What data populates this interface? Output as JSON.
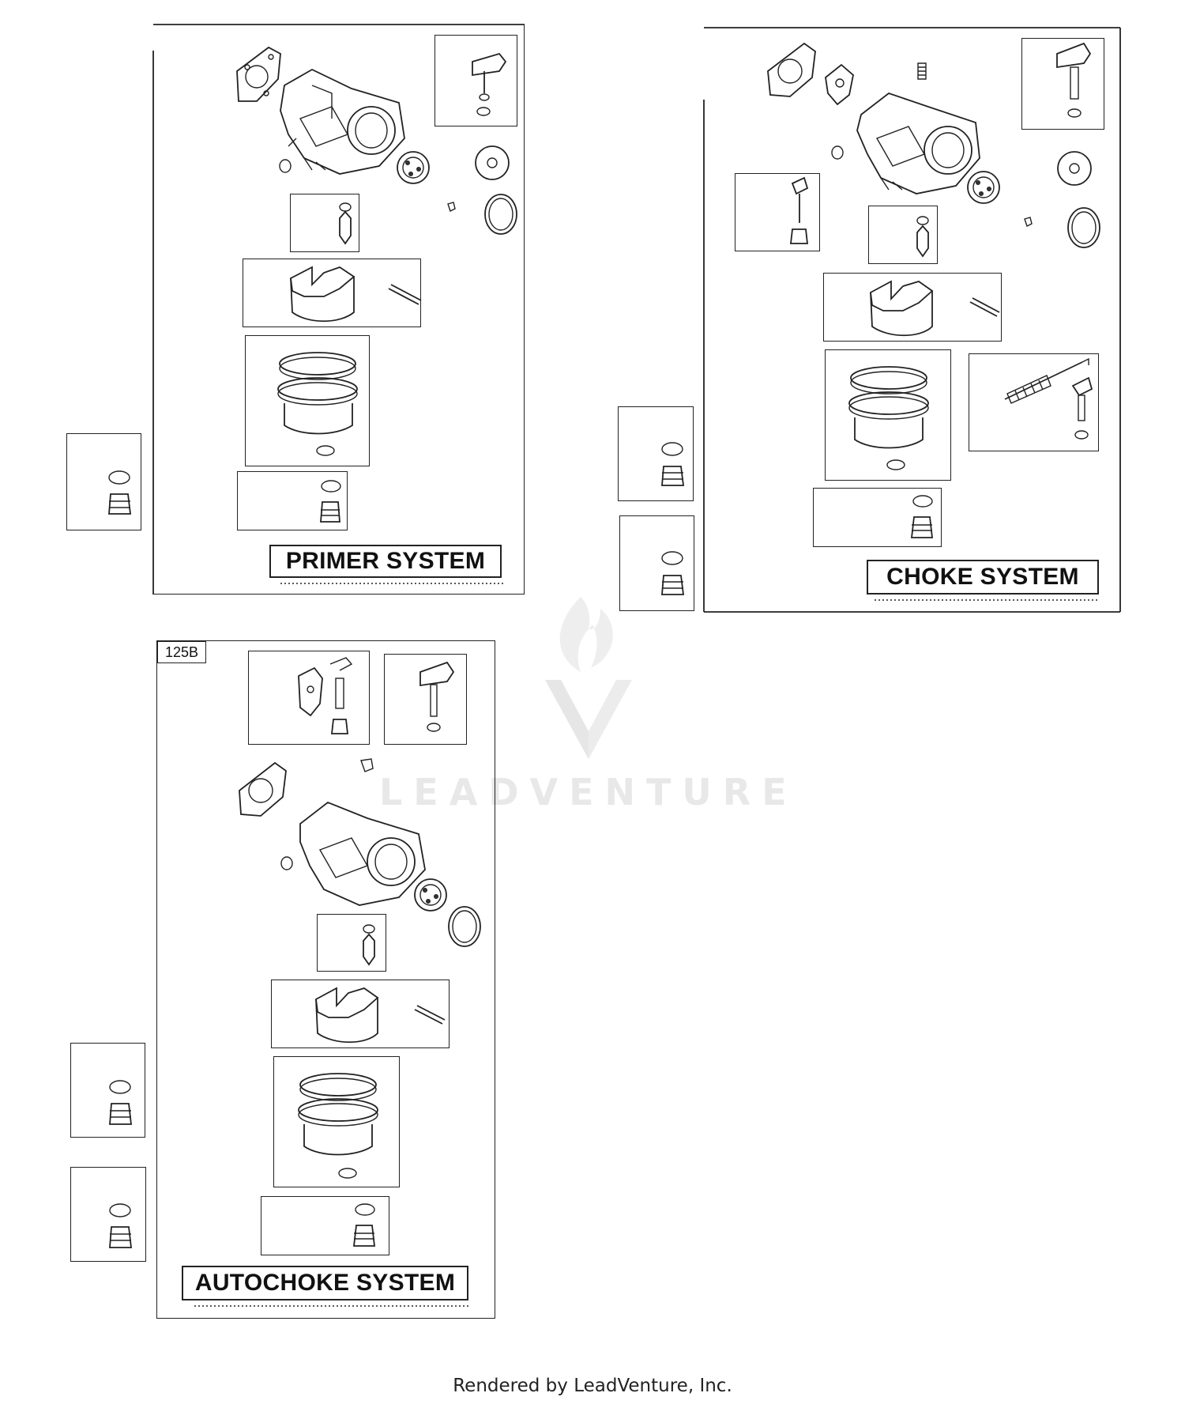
{
  "diagrams": {
    "primer": {
      "label": "PRIMER SYSTEM"
    },
    "choke": {
      "label": "CHOKE SYSTEM"
    },
    "autochoke": {
      "label": "AUTOCHOKE SYSTEM",
      "id_tag": "125B"
    }
  },
  "watermark": {
    "text": "LEADVENTURE",
    "color": "#e8e8e8"
  },
  "footer": {
    "text": "Rendered by LeadVenture, Inc."
  }
}
